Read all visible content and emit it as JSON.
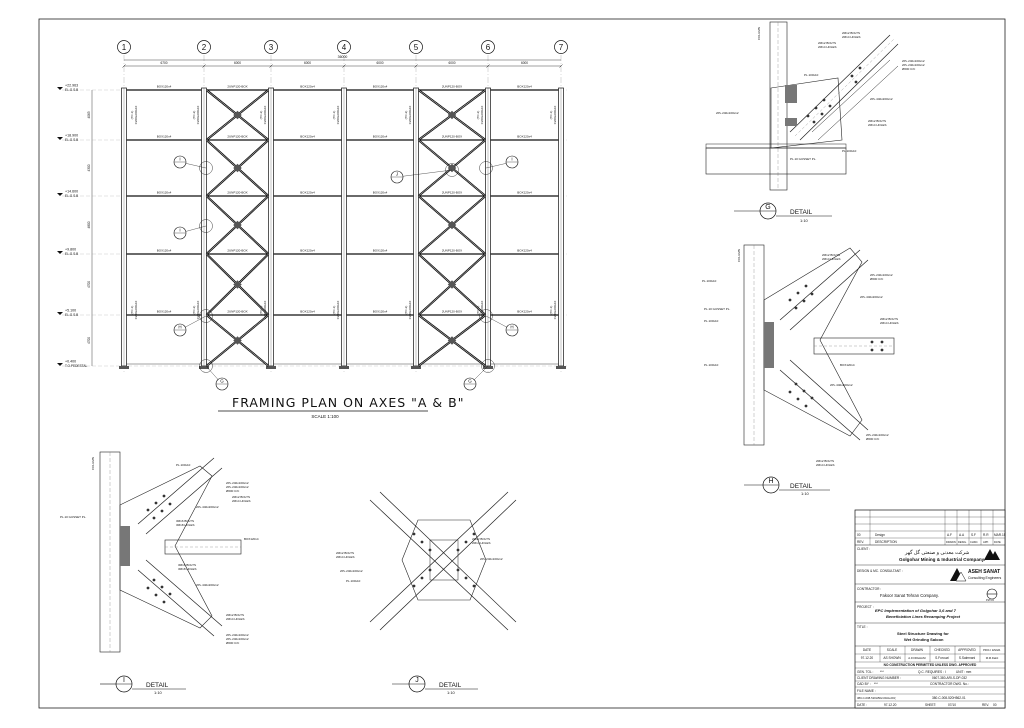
{
  "grid": {
    "axis_labels": [
      "1",
      "2",
      "3",
      "4",
      "5",
      "6",
      "7"
    ],
    "bay_dims": [
      "6700",
      "6000",
      "6000",
      "6000",
      "6000",
      "6000"
    ],
    "overall_dim": "36000"
  },
  "levels": [
    {
      "elev": "+22.963",
      "tag": "EL.G.S.B"
    },
    {
      "elev": "+18.900",
      "tag": "EL.G.S.B"
    },
    {
      "elev": "+14.600",
      "tag": "EL.G.S.B"
    },
    {
      "elev": "+9.800",
      "tag": "EL.G.S.B"
    },
    {
      "elev": "+5.100",
      "tag": "EL.G.S.B"
    },
    {
      "elev": "+0.400",
      "tag": "T.O.PEDESTAL"
    }
  ],
  "level_dims": [
    "4063",
    "4300",
    "4800",
    "4700",
    "4700"
  ],
  "members": {
    "beam": "BOX120x4",
    "brace": "2UNP120-BOX",
    "column_a": "(TC-1)",
    "column_b": "(TC-2)",
    "column_sec": "C200x200x10"
  },
  "callouts": [
    "I",
    "J",
    "H",
    "G",
    "G"
  ],
  "main_title": "FRAMING PLAN ON AXES \"A & B\"",
  "main_scale": "SCALE 1:100",
  "details": [
    {
      "letter": "G",
      "title": "DETAIL",
      "scale": "1:10"
    },
    {
      "letter": "H",
      "title": "DETAIL",
      "scale": "1:10"
    },
    {
      "letter": "I",
      "title": "DETAIL",
      "scale": "1:10"
    },
    {
      "letter": "J",
      "title": "DETAIL",
      "scale": "1:10"
    }
  ],
  "detail_notes": {
    "column": "COLUMN",
    "bolt1": "2M12 BOLTS",
    "holes1": "2M14 HOLES",
    "plate1": "PL.100x10",
    "plate2": "2PL.240x100x12",
    "plate3": "2PL.440x200x12",
    "bolts2": "3M16 BOLTS",
    "holes2": "3M18 HOLES",
    "gusset": "PL.10 GUSSET PL.",
    "weld": "Ø600 C/C",
    "plate4": "PL.100x10",
    "beam": "BOX120x4"
  },
  "title_block": {
    "rev_row": {
      "no": "00",
      "desc": "Design",
      "a": "A.F",
      "b": "A.A",
      "c": "S.F",
      "d": "R.R",
      "date": "MAR.15"
    },
    "rev_head": {
      "no": "REV.",
      "desc": "DESCRIPTION",
      "a": "DRAWN",
      "b": "DESIG.",
      "c": "CHKD.",
      "d": "APP.",
      "date": "DATE"
    },
    "client_label": "CLIENT :",
    "client_name_fa": "شرکت معدنی و صنعتی گل گهر",
    "client_name": "Golgohar Mining & Industrial Company.",
    "consultant_label": "DESIGN & MC. CONSULTANT :",
    "consultant_name": "ASEH SANAT",
    "consultant_sub": "Consulting Engineers",
    "contractor_label": "CONTRACTOR :",
    "contractor_name": "Fakoor Sanat Tehran Company.",
    "contractor_logo": "FSTCO",
    "project_label": "PROJECT :",
    "project_line1": "EPC Implementation of Golgohar 3,6 and 7",
    "project_line2": "Beneficiation Lines Revamping Project",
    "title_label": "TITLE :",
    "title_line1": "Steel Structure Drawing  for",
    "title_line2": "Wet Grinding Saloon",
    "sign_head": [
      "DATE",
      "SCALE",
      "DRAWN",
      "CHECKED",
      "APPROVED",
      "PROJ. ENGR."
    ],
    "sign_vals": [
      "97.12.20",
      "AS SHOWN",
      "A.FORGHANI",
      "S.Forouzi",
      "S.Salmnani",
      "M.M.Daliri"
    ],
    "no_construction": "NO CONSTRUCTION PERMITTED UNLESS DWG. APPROVED",
    "gen_tol_label": "GEN. TOL :",
    "gen_tol": "***",
    "qc_label": "Q.C. REQUIRES :",
    "qc": "I",
    "unit_label": "UNIT :",
    "unit": "mm",
    "client_dwg_label": "CLIENT DRAWING NUMBER :",
    "client_dwg": "0607-380-ARI-S-DP-032",
    "cad_label": "CAD BY :",
    "cad": "***",
    "contractor_dwg_label": "CONTRACTOR DWG. No.:",
    "file_label": "FILE NAME :",
    "file_name": "380-C-008-520H562-01Rev00(",
    "file_code": "380-C-008-520H562-01",
    "date_label": "DATE :",
    "date": "97.12.20",
    "sheet_label": "SHEET:",
    "sheet": "07/10",
    "rev_label": "REV.",
    "rev": "00"
  }
}
